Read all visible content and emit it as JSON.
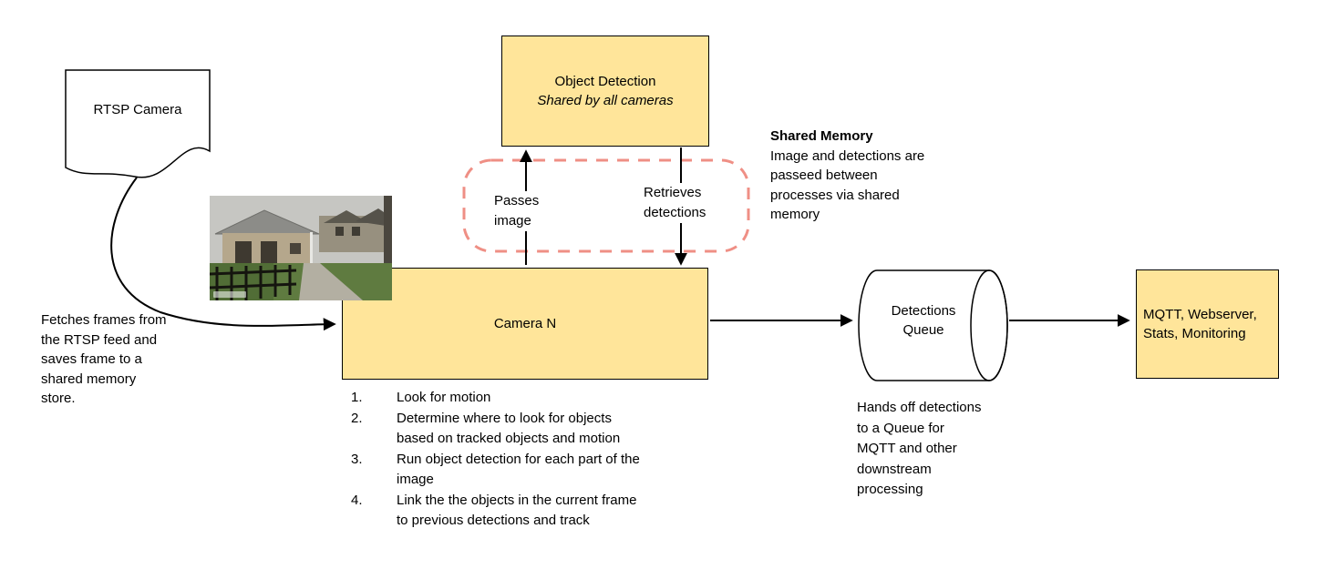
{
  "colors": {
    "node_fill": "#ffe59a",
    "node_border": "#000000",
    "shared_memory_outline": "#ef8f85",
    "arrow": "#000000"
  },
  "nodes": {
    "rtsp": {
      "label": "RTSP Camera"
    },
    "object_detection": {
      "title": "Object Detection",
      "subtitle": "Shared by all cameras"
    },
    "camera_n": {
      "label": "Camera N"
    },
    "detections_queue": {
      "lines": [
        "Detections",
        "Queue"
      ]
    },
    "output": {
      "lines": [
        "MQTT, Webserver,",
        "Stats, Monitoring"
      ]
    }
  },
  "labels": {
    "passes": [
      "Passes",
      "image"
    ],
    "retrieves": [
      "Retrieves",
      "detections"
    ]
  },
  "notes": {
    "fetch": [
      "Fetches frames from",
      "the RTSP feed and",
      "saves frame to a",
      "shared memory",
      "store."
    ],
    "shared_memory_title": "Shared Memory",
    "shared_memory": [
      "Image and detections are",
      "passeed between",
      "processes via shared",
      "memory"
    ],
    "queue": [
      "Hands off detections",
      "to a Queue for",
      "MQTT and other",
      "downstream",
      "processing"
    ]
  },
  "steps": [
    {
      "num": "1.",
      "lines": [
        "Look for motion"
      ]
    },
    {
      "num": "2.",
      "lines": [
        "Determine where to look for objects",
        "based on tracked objects and motion"
      ]
    },
    {
      "num": "3.",
      "lines": [
        "Run object detection for each part of the",
        "image"
      ]
    },
    {
      "num": "4.",
      "lines": [
        "Link the the objects in the current frame",
        "to previous detections and track"
      ]
    }
  ]
}
